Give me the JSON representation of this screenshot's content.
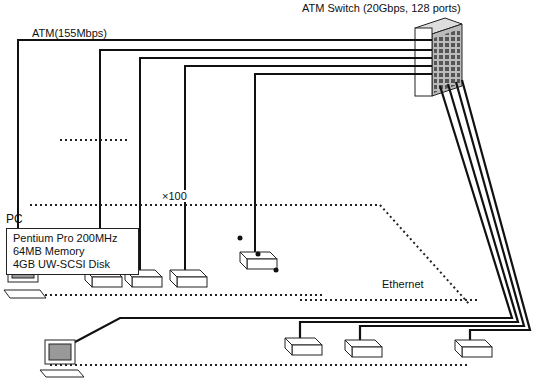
{
  "diagram": {
    "nodes": [
      {
        "text": [
          "ATM Switch (20Gbps, 128 ports)"
        ]
      },
      {
        "text": [
          "PC",
          "Pentium Pro 200MHz",
          "64MB Memory",
          "4GB UW-SCSI Disk"
        ]
      }
    ],
    "labels": [
      "ATM(155Mbps)",
      "×100",
      "Ethernet"
    ]
  }
}
